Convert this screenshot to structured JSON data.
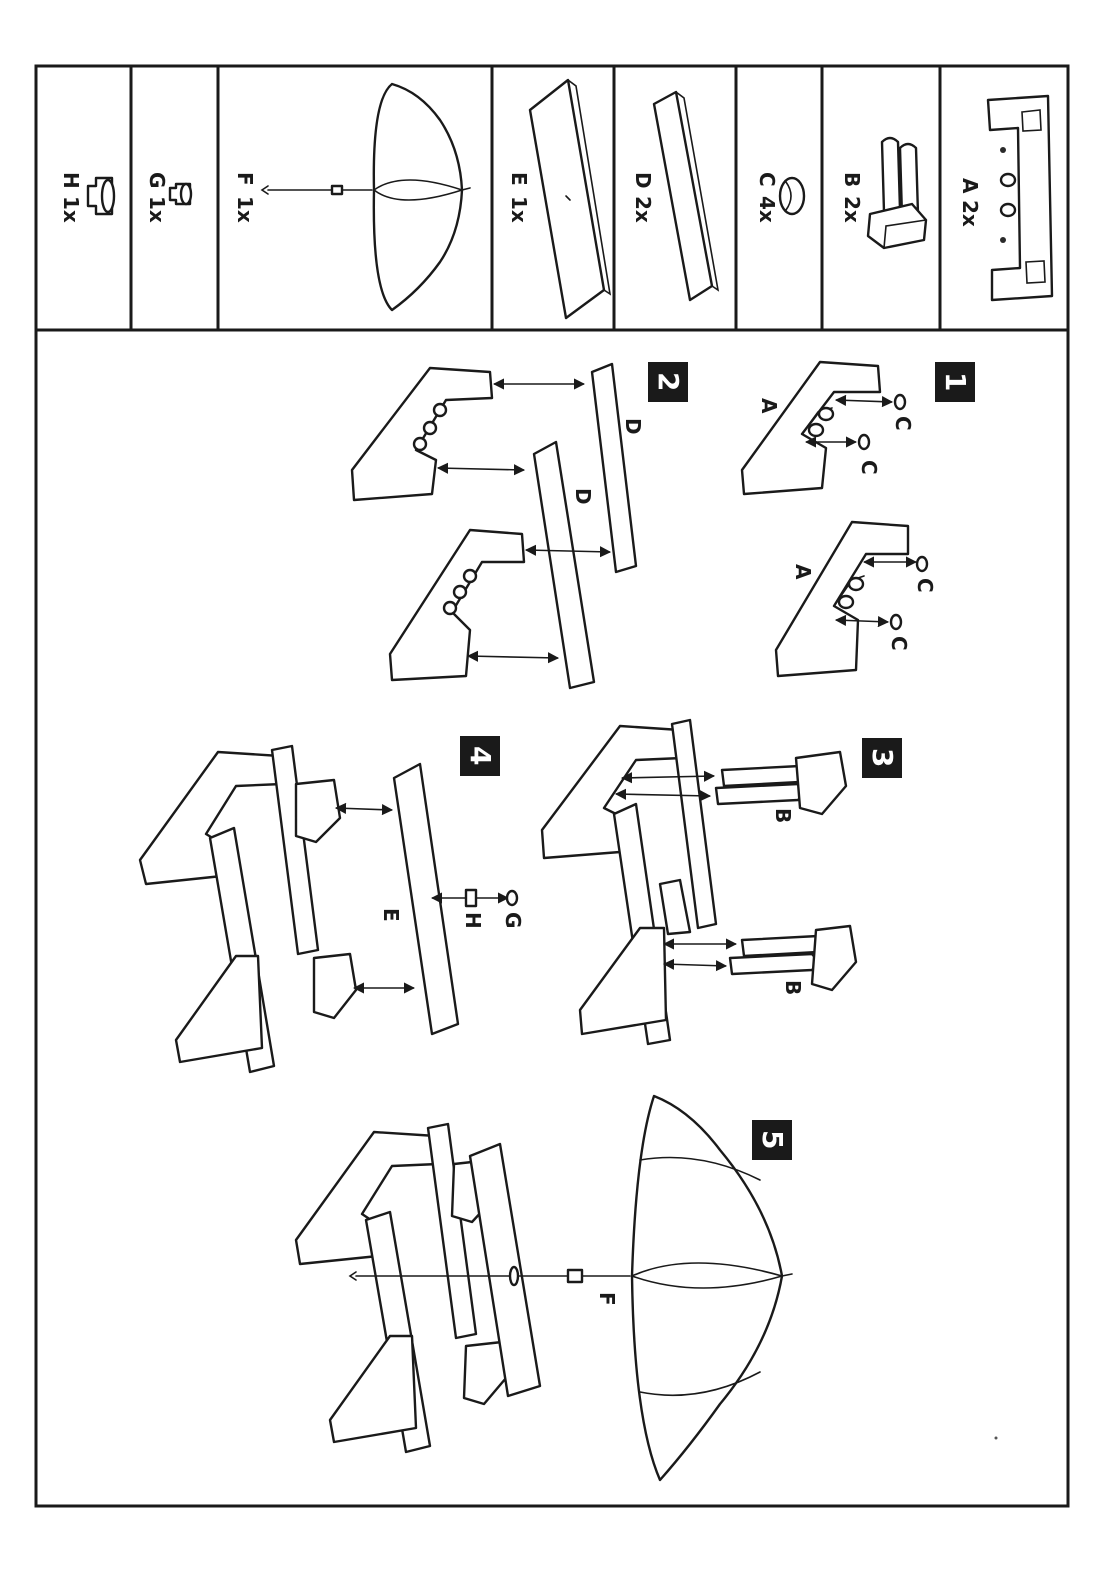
{
  "parts": [
    {
      "id": "A",
      "label": "A",
      "qty": "2x"
    },
    {
      "id": "B",
      "label": "B",
      "qty": "2x"
    },
    {
      "id": "C",
      "label": "C",
      "qty": "4x"
    },
    {
      "id": "D",
      "label": "D",
      "qty": "2x"
    },
    {
      "id": "E",
      "label": "E",
      "qty": "1x"
    },
    {
      "id": "F",
      "label": "F",
      "qty": "1x"
    },
    {
      "id": "G",
      "label": "G",
      "qty": "1x"
    },
    {
      "id": "H",
      "label": "H",
      "qty": "1x"
    }
  ],
  "steps": [
    {
      "number": "1",
      "labels": {
        "a1": "A",
        "a2": "A",
        "c1": "C",
        "c2": "C",
        "c3": "C",
        "c4": "C"
      }
    },
    {
      "number": "2",
      "labels": {
        "d1": "D",
        "d2": "D"
      }
    },
    {
      "number": "3",
      "labels": {
        "b1": "B",
        "b2": "B"
      }
    },
    {
      "number": "4",
      "labels": {
        "e": "E",
        "h": "H",
        "g": "G"
      }
    },
    {
      "number": "5",
      "labels": {
        "f": "F"
      }
    }
  ],
  "colors": {
    "ink": "#1a1a1a",
    "paper": "#ffffff",
    "badge": "#1a1a1a"
  }
}
